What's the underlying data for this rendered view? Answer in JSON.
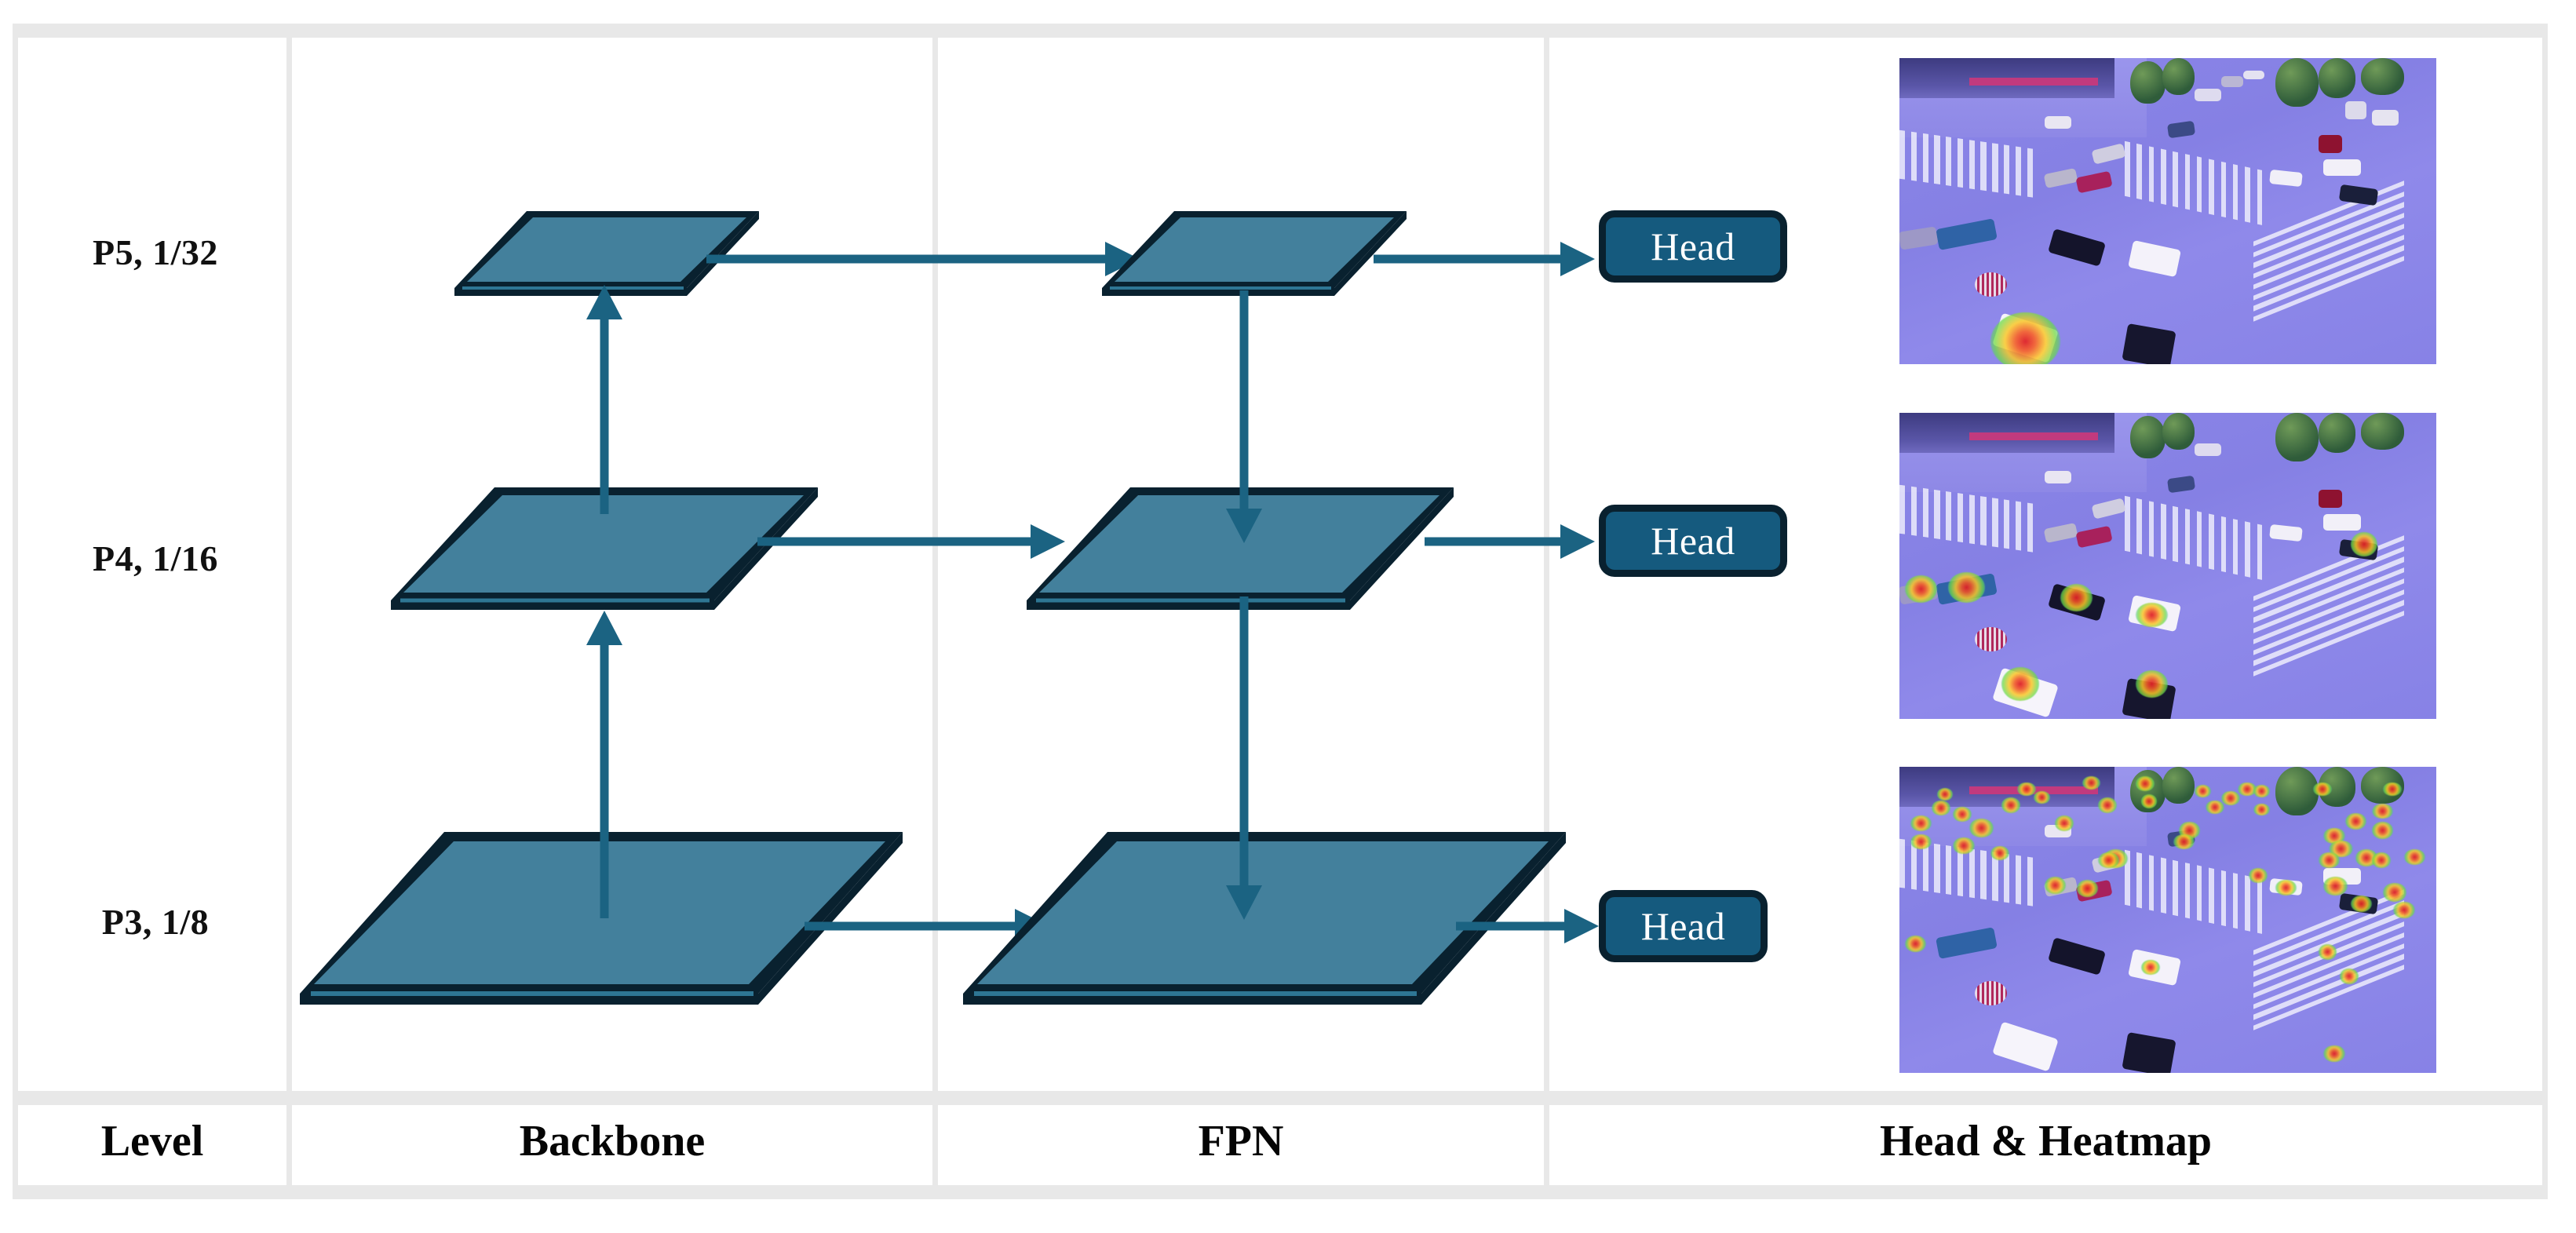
{
  "figure": {
    "type": "architecture-diagram",
    "title_row_labels": [
      "Level",
      "Backbone",
      "FPN",
      "Head & Heatmap"
    ],
    "border_color": "#e8e8e8",
    "plane_fill": "#43809c",
    "plane_edge": "#09212f",
    "arrow_color": "#1b6382",
    "head_fill": "#155a7e",
    "head_border": "#09212f",
    "head_text_color": "#ffffff"
  },
  "columns": {
    "level": {
      "label": "Level"
    },
    "backbone": {
      "label": "Backbone"
    },
    "fpn": {
      "label": "FPN"
    },
    "head_heatmap": {
      "label": "Head & Heatmap"
    }
  },
  "levels": [
    {
      "id": "p5",
      "label": "P5, 1/32",
      "stride": "1/32",
      "head_label": "Head",
      "backbone_plane_size": "small",
      "fpn_plane_size": "small",
      "heatmap": {
        "alt": "aerial traffic intersection with heatmap activations on large nearby vehicle",
        "blob_count": 1,
        "blob_scale": "large"
      }
    },
    {
      "id": "p4",
      "label": "P4, 1/16",
      "stride": "1/16",
      "head_label": "Head",
      "backbone_plane_size": "medium",
      "fpn_plane_size": "medium",
      "heatmap": {
        "alt": "aerial traffic intersection with heatmap activations on medium vehicles",
        "blob_count": 8,
        "blob_scale": "medium"
      }
    },
    {
      "id": "p3",
      "label": "P3, 1/8",
      "stride": "1/8",
      "head_label": "Head",
      "backbone_plane_size": "large",
      "fpn_plane_size": "large",
      "heatmap": {
        "alt": "aerial traffic intersection with dense heatmap activations on many small objects",
        "blob_count": 60,
        "blob_scale": "small"
      }
    }
  ],
  "flows": {
    "backbone_bottom_up": [
      "P3 to P4",
      "P4 to P5"
    ],
    "lateral": [
      "P5 backbone to P5 FPN",
      "P4 backbone to P4 FPN",
      "P3 backbone to P3 FPN"
    ],
    "fpn_top_down": [
      "P5 to P4",
      "P4 to P3"
    ],
    "to_head": [
      "P5 FPN to Head",
      "P4 FPN to Head",
      "P3 FPN to Head"
    ]
  }
}
